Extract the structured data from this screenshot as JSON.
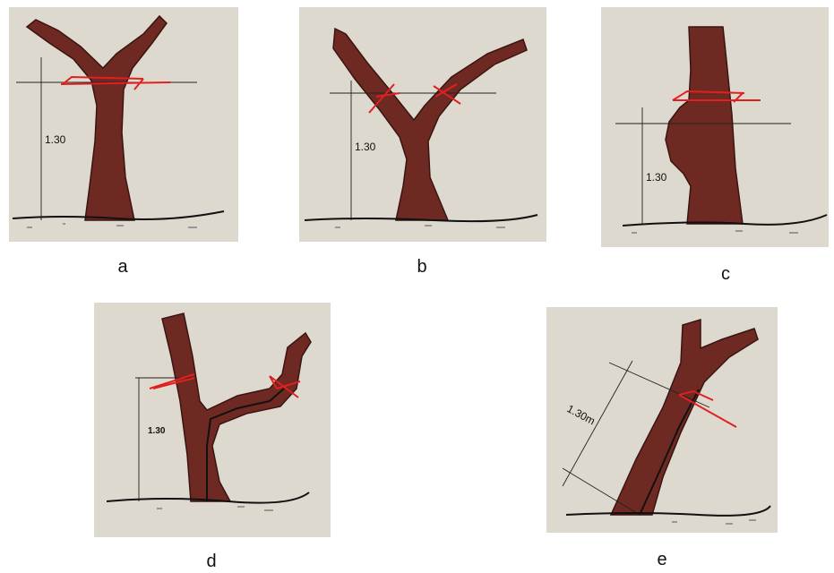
{
  "measurement_height": "1.30",
  "measurement_height_units": "1.30m",
  "panels": [
    {
      "caption": "a"
    },
    {
      "caption": "b"
    },
    {
      "caption": "c"
    },
    {
      "caption": "d"
    },
    {
      "caption": "e"
    }
  ],
  "colors": {
    "panel_background": "#ddd9cf",
    "trunk_fill": "#6e2a22",
    "cut_line": "#e02020",
    "guide_line": "#222222"
  }
}
